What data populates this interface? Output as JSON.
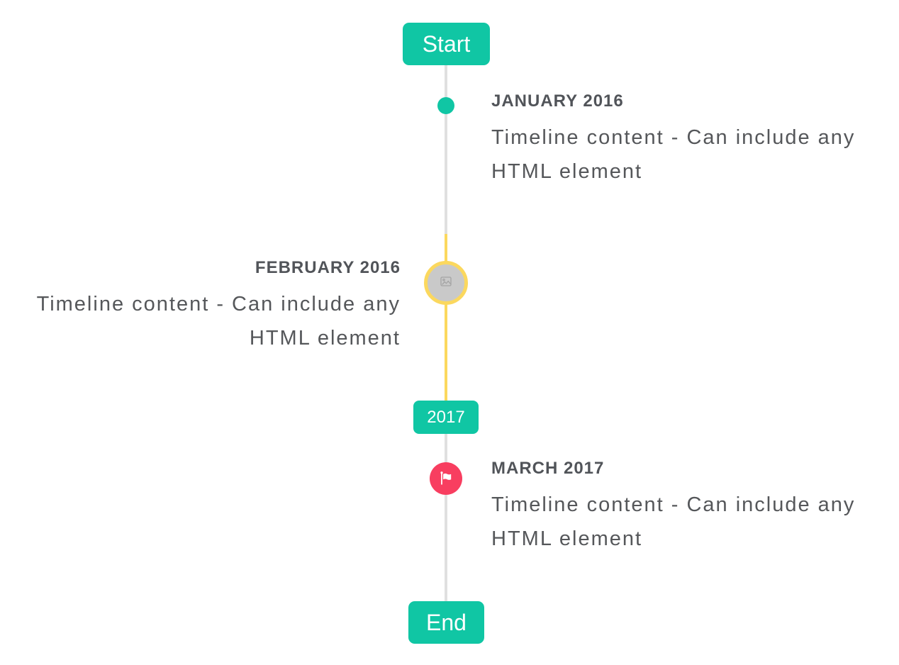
{
  "timeline": {
    "start_label": "Start",
    "year_badge_label": "2017",
    "end_label": "End",
    "items": [
      {
        "title": "JANUARY 2016",
        "content": "Timeline content - Can include any HTML element",
        "side": "right",
        "marker": "teal-dot"
      },
      {
        "title": "FEBRUARY 2016",
        "content": "Timeline content - Can include any HTML element",
        "side": "left",
        "marker": "gray-circle-yellow-ring-broken-image"
      },
      {
        "title": "MARCH 2017",
        "content": "Timeline content - Can include any HTML element",
        "side": "right",
        "marker": "red-circle-flag"
      }
    ]
  },
  "icons": {
    "flag_icon": "white waving flag with pole",
    "broken_image_icon": "tiny gray broken-image placeholder"
  },
  "colors": {
    "accent": "#10c6a4",
    "highlight": "#fbd85e",
    "danger": "#f83e60",
    "line": "#e0e0e0",
    "neutral_fill": "#c9c9c9",
    "title_text": "#515459",
    "content_text": "#55575a",
    "badge_text": "#ffffff"
  }
}
